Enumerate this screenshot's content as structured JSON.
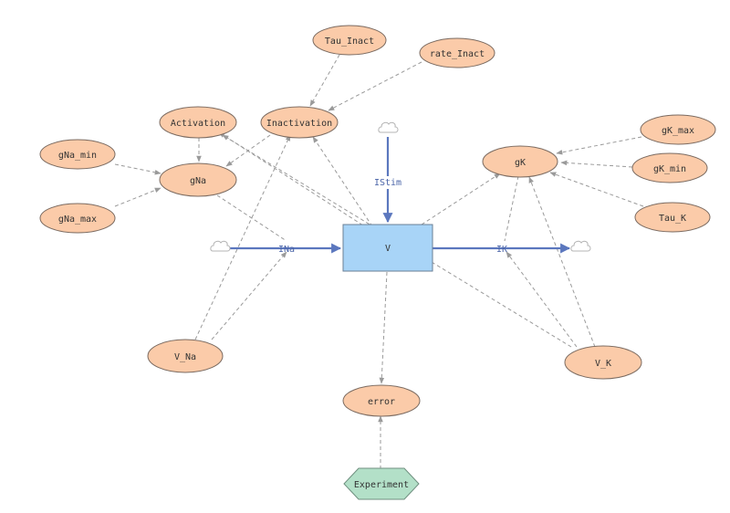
{
  "stock": {
    "label": "V"
  },
  "variables": {
    "tau_inact": "Tau_Inact",
    "rate_inact": "rate_Inact",
    "activation": "Activation",
    "inactivation": "Inactivation",
    "gna_min": "gNa_min",
    "gna": "gNa",
    "gna_max": "gNa_max",
    "gk": "gK",
    "gk_max": "gK_max",
    "gk_min": "gK_min",
    "tau_k": "Tau_K",
    "v_na": "V_Na",
    "v_k": "V_K",
    "error": "error"
  },
  "flows": {
    "istim": "IStim",
    "ina": "INa",
    "ik": "IK"
  },
  "data_node": {
    "label": "Experiment"
  },
  "colors": {
    "variable_fill": "#fbcba9",
    "stock_fill": "#a8d4f7",
    "flow_stroke": "#5b77be",
    "link_stroke": "#9a9a9a",
    "data_fill": "#b3e0c8"
  }
}
